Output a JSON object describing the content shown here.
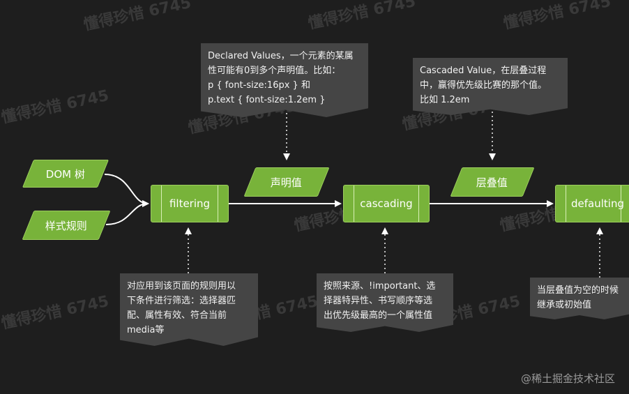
{
  "inputs": {
    "dom": "DOM 树",
    "rules": "样式规则"
  },
  "processes": {
    "filtering": "filtering",
    "cascading": "cascading",
    "defaulting": "defaulting"
  },
  "values": {
    "declared": "声明值",
    "cascaded": "层叠值"
  },
  "notes": {
    "declared": "Declared Values，一个元素的某属\n性可能有0到多个声明值。比如：\np { font-size:16px } 和\np.text { font-size:1.2em }",
    "cascaded": "Cascaded Value，在层叠过程\n中，赢得优先级比赛的那个值。\n比如 1.2em",
    "filtering": "对应用到该页面的规则用以\n下条件进行筛选：选择器匹\n配、属性有效、符合当前\nmedia等",
    "cascading": "按照来源、!important、选\n择器特异性、书写顺序等选\n出优先级最高的一个属性值",
    "defaulting": "当层叠值为空的时候\n继承或初始值"
  },
  "watermark": "懂得珍惜 6745",
  "brand": "@稀土掘金技术社区",
  "colors": {
    "node": "#78b33a",
    "note": "#454545",
    "background": "#1e1e1e"
  }
}
